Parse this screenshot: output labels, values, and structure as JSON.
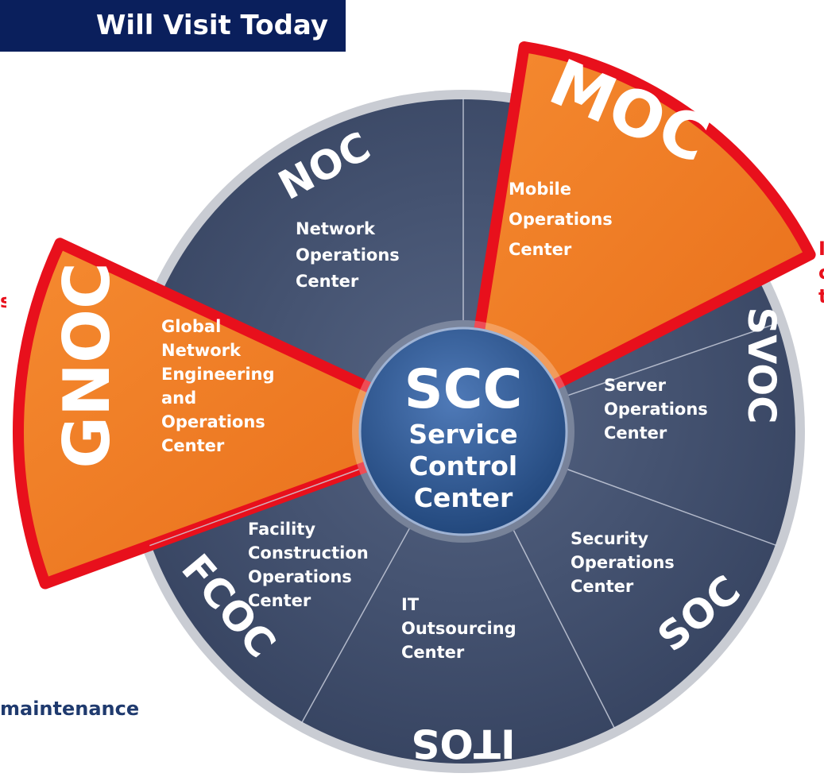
{
  "title": "Will Visit Today",
  "footer": "maintenance",
  "right_partial_text": "I\nc\nt",
  "left_partial_mark": "s",
  "colors": {
    "banner": "#0a1f5c",
    "segment_dark": "#3f4e6e",
    "segment_highlight": "#f07a24",
    "highlight_border": "#e8101c",
    "center": "#2a5590"
  },
  "center": {
    "abbr": "SCC",
    "lines": [
      "Service",
      "Control",
      "Center"
    ]
  },
  "segments": [
    {
      "id": "noc",
      "abbr": "NOC",
      "highlighted": false,
      "lines": [
        "Network",
        "Operations",
        "Center"
      ]
    },
    {
      "id": "moc",
      "abbr": "MOC",
      "highlighted": true,
      "lines": [
        "Mobile",
        "Operations",
        "Center"
      ]
    },
    {
      "id": "svoc",
      "abbr": "SVOC",
      "highlighted": false,
      "lines": [
        "Server",
        "Operations",
        "Center"
      ]
    },
    {
      "id": "soc",
      "abbr": "SOC",
      "highlighted": false,
      "lines": [
        "Security",
        "Operations",
        "Center"
      ]
    },
    {
      "id": "itos",
      "abbr": "ITOS",
      "highlighted": false,
      "lines": [
        "IT",
        "Outsourcing",
        "Center"
      ]
    },
    {
      "id": "fcoc",
      "abbr": "FCOC",
      "highlighted": false,
      "lines": [
        "Facility",
        "Construction",
        "Operations",
        "Center"
      ]
    },
    {
      "id": "gnoc",
      "abbr": "GNOC",
      "highlighted": true,
      "lines": [
        "Global",
        "Network",
        "Engineering",
        "and",
        "Operations",
        "Center"
      ]
    }
  ]
}
